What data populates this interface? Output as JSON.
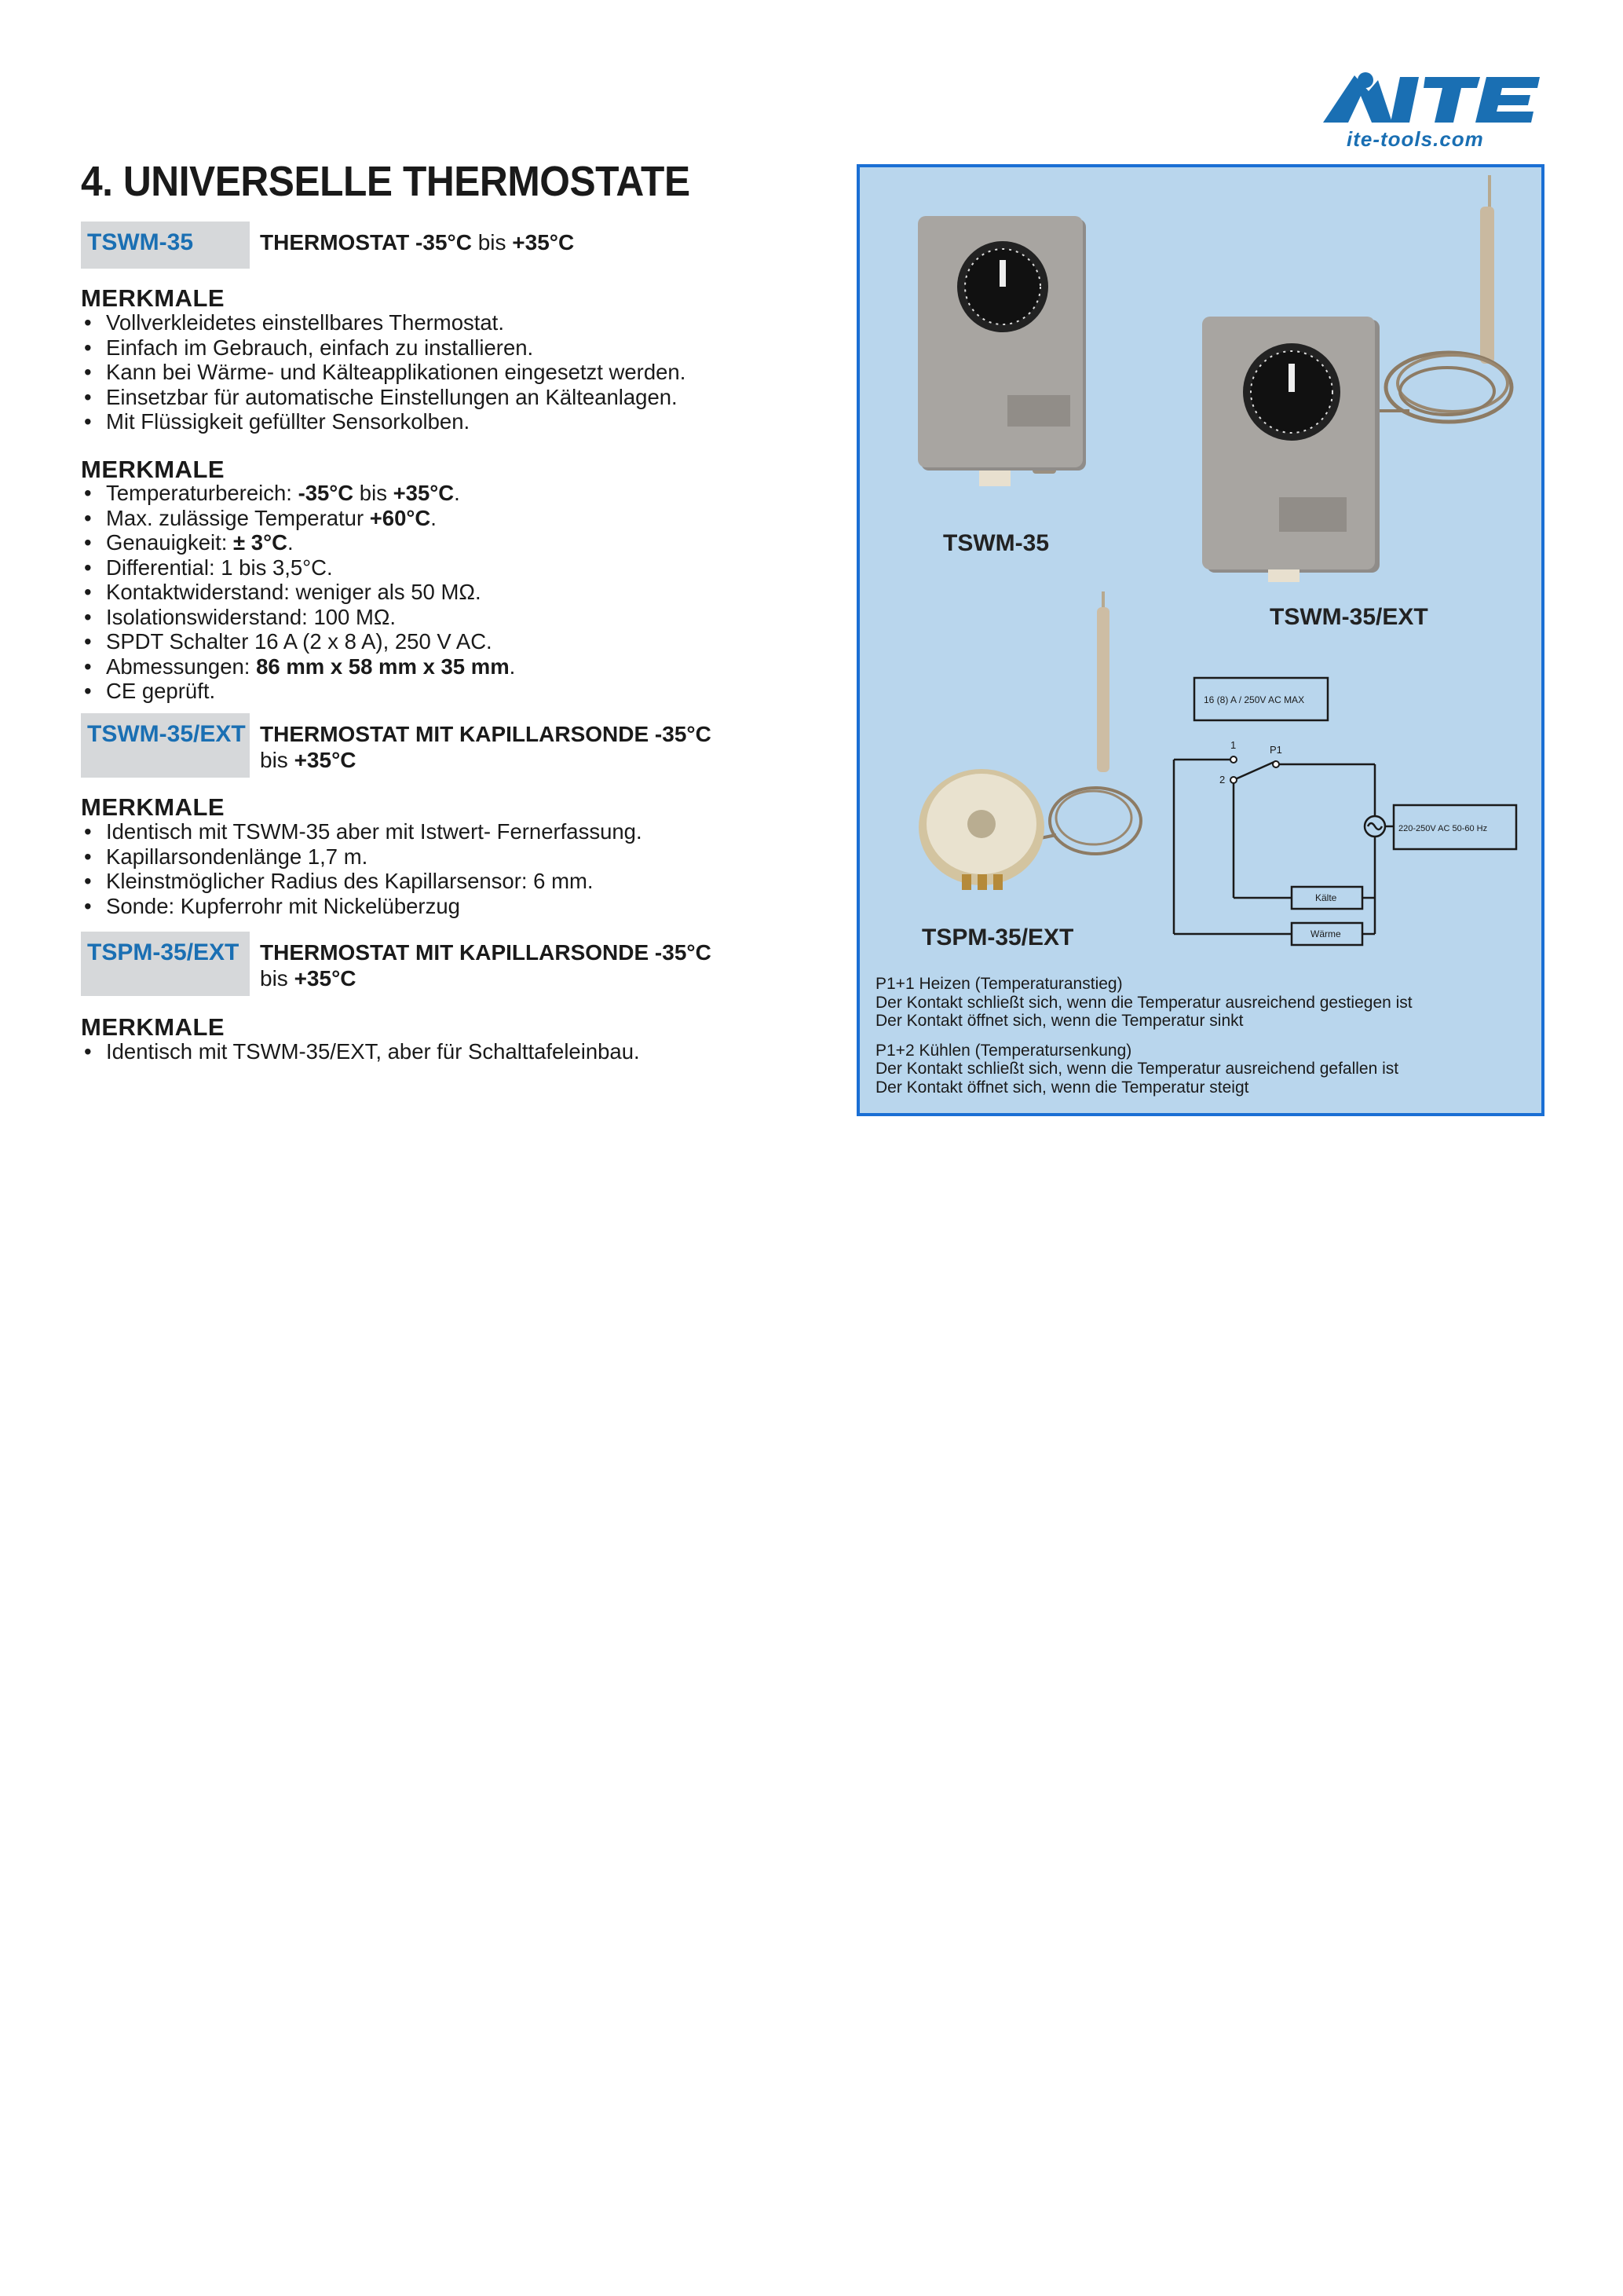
{
  "brand": {
    "name": "ITE",
    "domain": "ite-tools.com",
    "color": "#1a6fb3"
  },
  "page_title": "4.  UNIVERSELLE THERMOSTATE",
  "sections": [
    {
      "code": "TSWM-35",
      "desc_parts": [
        "THERMOSTAT -35°C",
        " bis ",
        "+35°C"
      ],
      "heading": "MERKMALE",
      "features": [
        "Vollverkleidetes einstellbares Thermostat.",
        "Einfach im Gebrauch, einfach zu installieren.",
        "Kann bei Wärme- und Kälteapplikationen eingesetzt werden.",
        "Einsetzbar für automatische Einstellungen an Kälteanlagen.",
        "Mit Flüssigkeit gefüllter Sensorkolben."
      ],
      "heading2": "MERKMALE",
      "specs": [
        [
          "Temperaturbereich: ",
          "-35°C",
          " bis ",
          "+35°C",
          "."
        ],
        [
          "Max. zulässige Temperatur ",
          "+60°C",
          "."
        ],
        [
          "Genauigkeit: ",
          "± 3°C",
          "."
        ],
        [
          "Differential: 1 bis 3,5°C."
        ],
        [
          "Kontaktwiderstand: weniger als 50 MΩ."
        ],
        [
          "Isolationswiderstand: 100 MΩ."
        ],
        [
          "SPDT Schalter 16 A (2 x 8 A), 250 V AC."
        ],
        [
          "Abmessungen: ",
          "86 mm x 58 mm x 35 mm",
          "."
        ],
        [
          "CE geprüft."
        ]
      ]
    },
    {
      "code": "TSWM-35/EXT",
      "desc_line1": "THERMOSTAT MIT KAPILLARSONDE -35°C",
      "desc_line2_pre": "bis ",
      "desc_line2_bold": "+35°C",
      "heading": "MERKMALE",
      "features": [
        "Identisch mit TSWM-35 aber mit Istwert- Fernerfassung.",
        "Kapillarsondenlänge 1,7 m.",
        "Kleinstmöglicher Radius des Kapillarsensor: 6 mm.",
        "Sonde: Kupferrohr mit Nickelüberzug"
      ]
    },
    {
      "code": "TSPM-35/EXT",
      "desc_line1": "THERMOSTAT MIT KAPILLARSONDE -35°C",
      "desc_line2_pre": "bis ",
      "desc_line2_bold": "+35°C",
      "heading": "MERKMALE",
      "features": [
        "Identisch mit TSWM-35/EXT, aber für Schalttafeleinbau."
      ]
    }
  ],
  "panel": {
    "background": "#b9d6ed",
    "border": "#1a6fd4",
    "photo_labels": [
      "TSWM-35",
      "TSWM-35/EXT",
      "TSPM-35/EXT"
    ],
    "diagram": {
      "rating_box": "16 (8) A / 250V AC MAX",
      "supply_box": "220-250V AC 50-60 Hz",
      "terminal_1": "1",
      "terminal_2": "2",
      "terminal_p1": "P1",
      "load_cold": "Kälte",
      "load_heat": "Wärme"
    },
    "caption": [
      {
        "title": "P1+1 Heizen (Temperaturanstieg)",
        "lines": [
          "Der Kontakt schließt sich, wenn die Temperatur ausreichend gestiegen ist",
          "Der Kontakt öffnet sich, wenn die Temperatur sinkt"
        ]
      },
      {
        "title": "P1+2 Kühlen (Temperatursenkung)",
        "lines": [
          "Der Kontakt schließt sich, wenn die Temperatur ausreichend gefallen ist",
          "Der Kontakt öffnet sich, wenn die Temperatur steigt"
        ]
      }
    ]
  }
}
